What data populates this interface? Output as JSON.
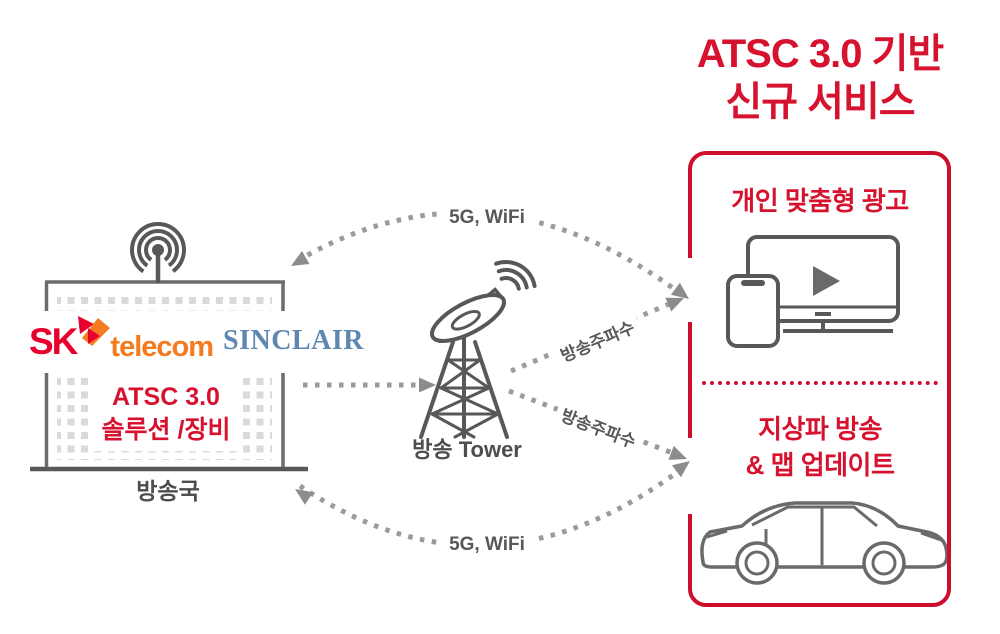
{
  "title": {
    "line1": "ATSC 3.0 기반",
    "line2": "신규 서비스"
  },
  "station": {
    "label": "방송국",
    "logo_sk": "SK",
    "logo_telecom": "telecom",
    "logo_sinclair": "SINCLAIR",
    "solution_line1": "ATSC 3.0",
    "solution_line2": "솔루션 /장비"
  },
  "tower": {
    "label": "방송 Tower"
  },
  "panel": {
    "ads_title": "개인 맞춤형 광고",
    "broadcast_title_line1": "지상파 방송",
    "broadcast_title_line2": "& 맵 업데이트"
  },
  "links": {
    "top_arc_label": "5G, WiFi",
    "bottom_arc_label": "5G, WiFi",
    "upper_freq_label": "방송주파수",
    "lower_freq_label": "방송주파수"
  },
  "colors": {
    "brand_red": "#CE0E2D",
    "title_red": "#D6122E",
    "sk_red": "#E8012D",
    "sk_orange": "#F47B20",
    "sinclair_blue": "#5E87B0",
    "icon_gray": "#595757",
    "arrow_gray": "#9B9B9B",
    "window_gray": "#DADADA"
  }
}
